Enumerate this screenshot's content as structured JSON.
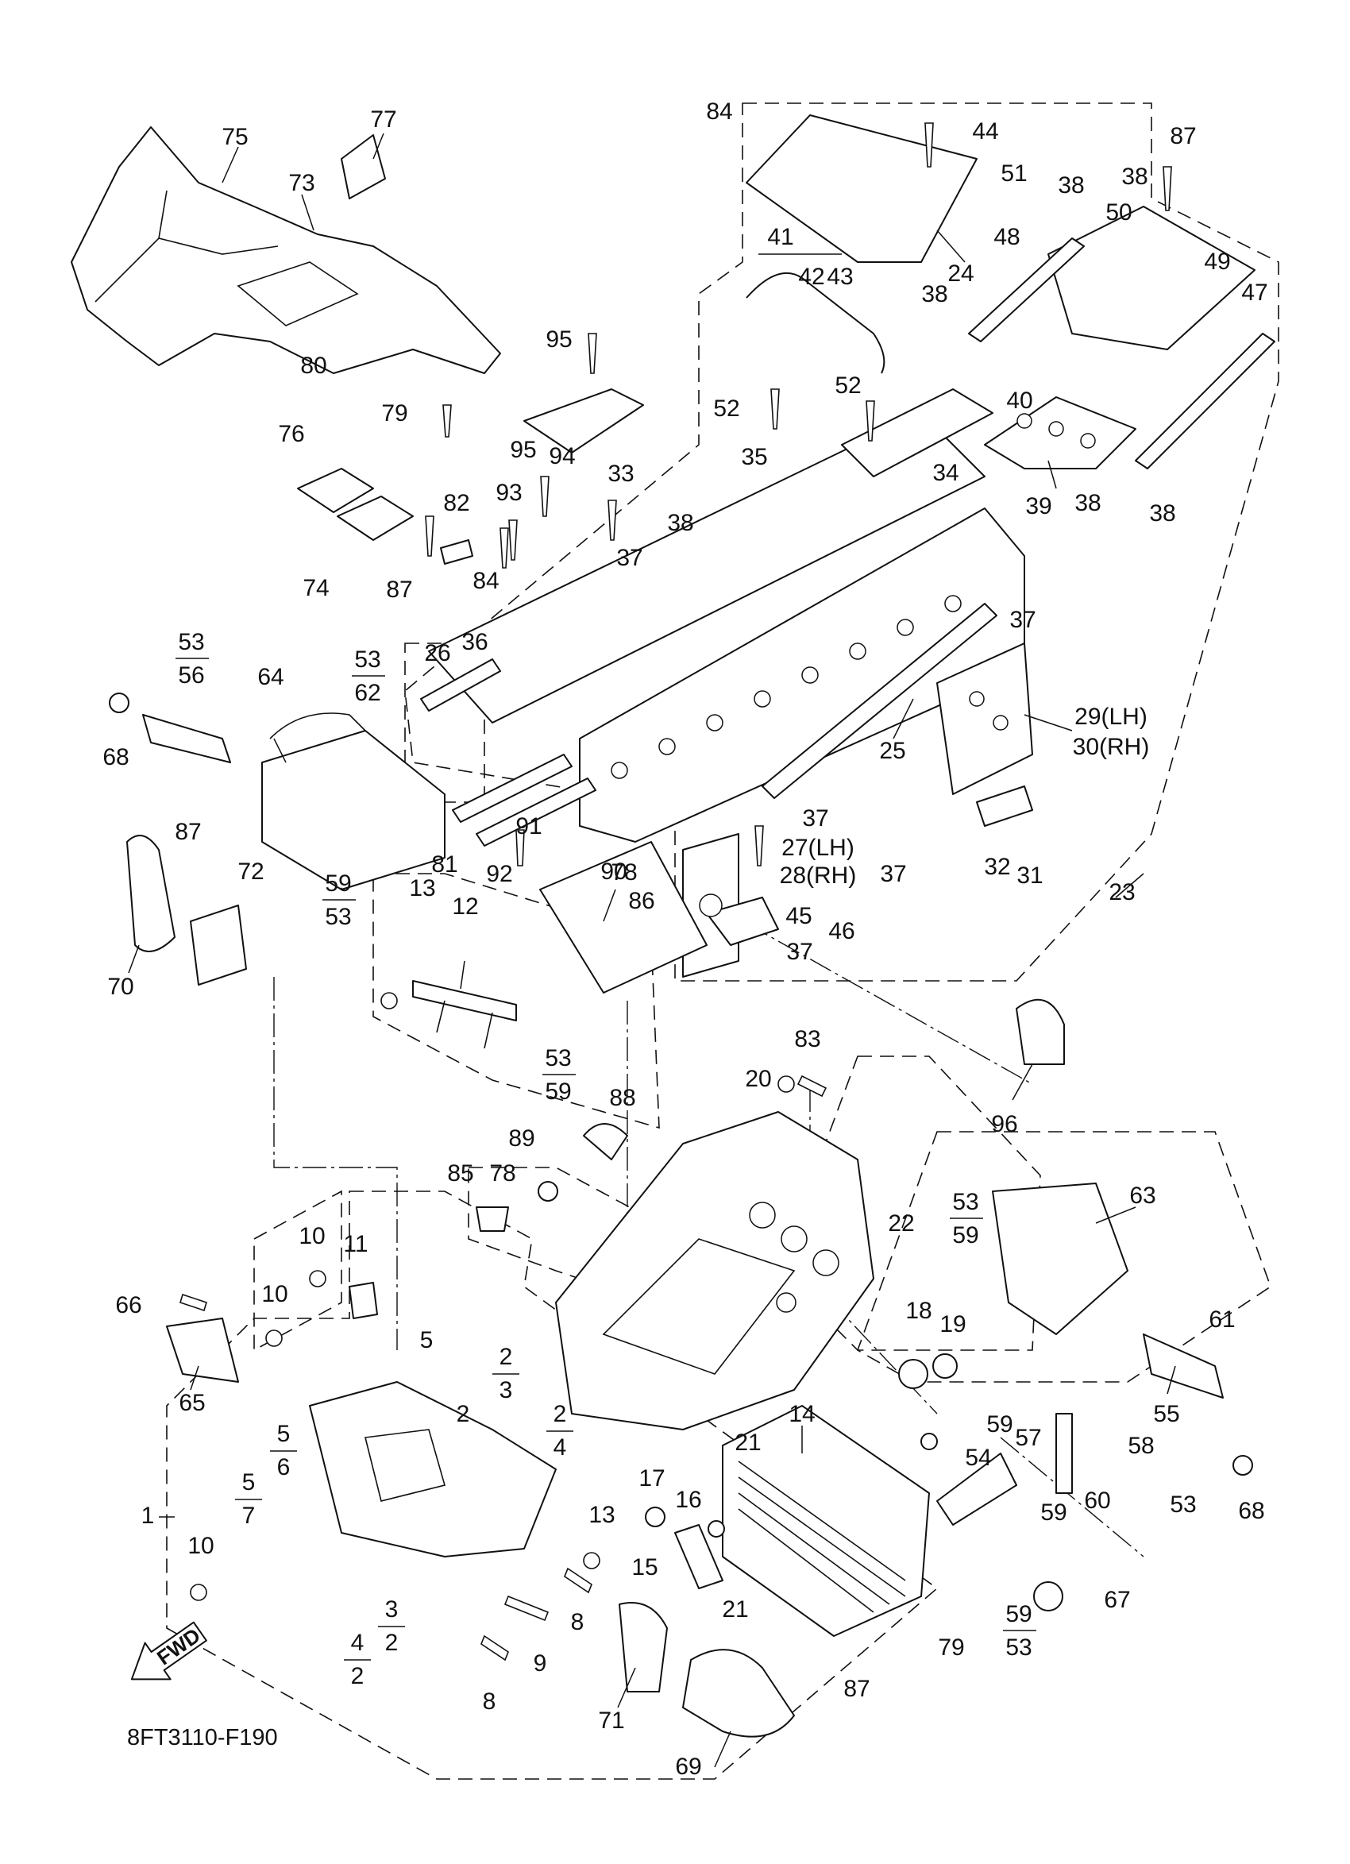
{
  "diagram_code": "8FT3110-F190",
  "direction_indicator": "FWD",
  "callouts": {
    "n1": "1",
    "n2": "2",
    "n3": "3",
    "n4": "4",
    "n5": "5",
    "n6": "6",
    "n7": "7",
    "n8": "8",
    "n9": "9",
    "n10": "10",
    "n11": "11",
    "n12": "12",
    "n13": "13",
    "n14": "14",
    "n15": "15",
    "n16": "16",
    "n17": "17",
    "n18": "18",
    "n19": "19",
    "n20": "20",
    "n21": "21",
    "n22": "22",
    "n23": "23",
    "n24": "24",
    "n25": "25",
    "n26": "26",
    "n27": "27(LH)",
    "n28": "28(RH)",
    "n29": "29(LH)",
    "n30": "30(RH)",
    "n31": "31",
    "n32": "32",
    "n33": "33",
    "n34": "34",
    "n35": "35",
    "n36": "36",
    "n37": "37",
    "n38": "38",
    "n39": "39",
    "n40": "40",
    "n41": "41",
    "n42": "42",
    "n43": "43",
    "n44": "44",
    "n45": "45",
    "n46": "46",
    "n47": "47",
    "n48": "48",
    "n49": "49",
    "n50": "50",
    "n51": "51",
    "n52": "52",
    "n53": "53",
    "n54": "54",
    "n55": "55",
    "n56": "56",
    "n57": "57",
    "n58": "58",
    "n59": "59",
    "n60": "60",
    "n61": "61",
    "n62": "62",
    "n63": "63",
    "n64": "64",
    "n65": "65",
    "n66": "66",
    "n67": "67",
    "n68": "68",
    "n69": "69",
    "n70": "70",
    "n71": "71",
    "n72": "72",
    "n73": "73",
    "n74": "74",
    "n75": "75",
    "n76": "76",
    "n77": "77",
    "n78": "78",
    "n79": "79",
    "n80": "80",
    "n81": "81",
    "n82": "82",
    "n83": "83",
    "n84": "84",
    "n85": "85",
    "n86": "86",
    "n87": "87",
    "n88": "88",
    "n89": "89",
    "n90": "90",
    "n91": "91",
    "n92": "92",
    "n93": "93",
    "n94": "94",
    "n95": "95",
    "n96": "96"
  },
  "colors": {
    "line": "#111111",
    "paper": "#ffffff"
  }
}
